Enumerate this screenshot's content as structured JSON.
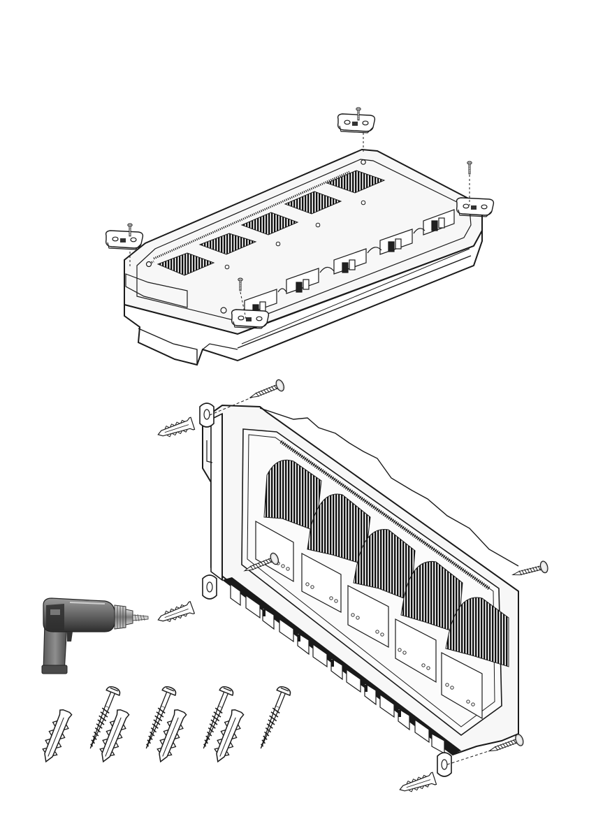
{
  "figure": {
    "steps": [
      {
        "id": "bracket-mounting",
        "parts": [
          "unit-underside",
          "mounting-bracket",
          "bracket-screw"
        ]
      },
      {
        "id": "wall-mounting",
        "parts": [
          "unit-front",
          "wall-plug",
          "wall-screw",
          "drill"
        ]
      }
    ],
    "hardware_set": {
      "plugs": 4,
      "screws": 4
    },
    "icons": [
      "drill-icon",
      "wall-plug-icon",
      "wood-screw-icon",
      "mounting-bracket-icon",
      "small-screw-icon"
    ],
    "colors": {
      "line": "#1a1a1a",
      "body": "#f7f7f7",
      "vent": "#111111",
      "shade": "#d6d6d6",
      "drill_dark": "#3c3c3c",
      "drill_body": "#6a6a6a",
      "drill_light": "#a0a0a0"
    }
  }
}
